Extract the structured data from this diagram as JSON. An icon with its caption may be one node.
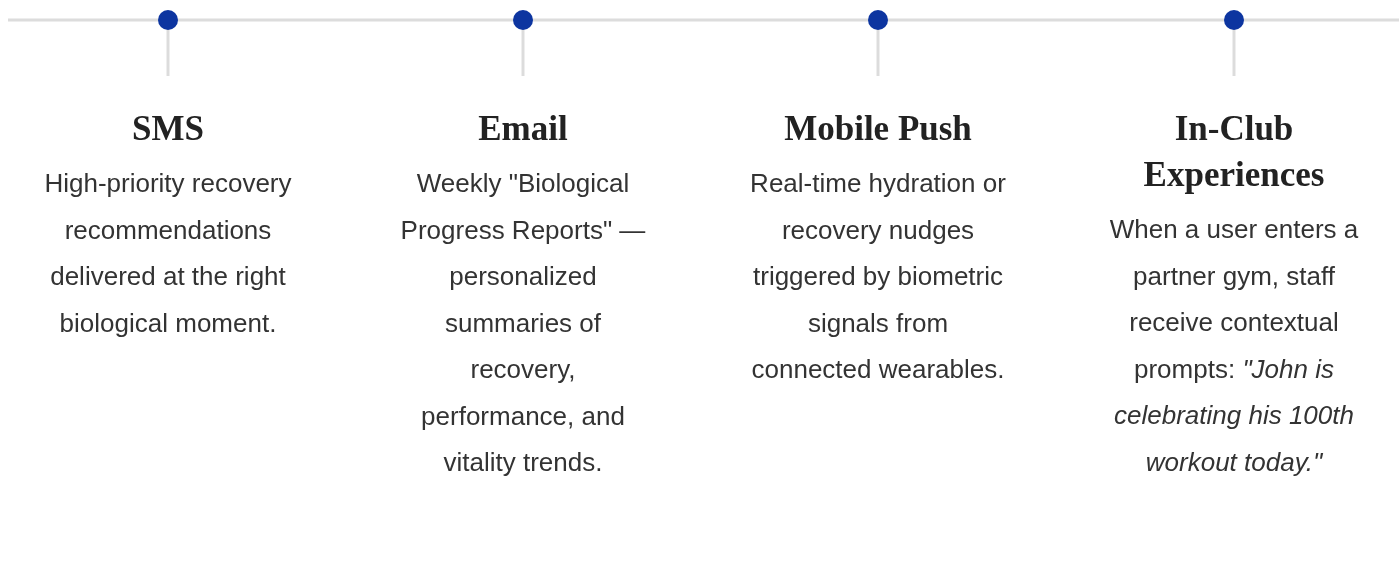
{
  "diagram": {
    "nodes": [
      {
        "text": [
          "SMS",
          "High-priority recovery recommendations delivered at the right biological moment."
        ]
      },
      {
        "text": [
          "Email",
          "Weekly \"Biological Progress Reports\" — personalized summaries of recovery, performance, and vitality trends."
        ]
      },
      {
        "text": [
          "Mobile Push",
          "Real-time hydration or recovery nudges triggered by biometric signals from connected wearables."
        ]
      },
      {
        "text": [
          "In-Club Experiences",
          "When a user enters a partner gym, staff receive contextual prompts: *\"John is celebrating his 100th workout today.\"*"
        ]
      }
    ]
  }
}
